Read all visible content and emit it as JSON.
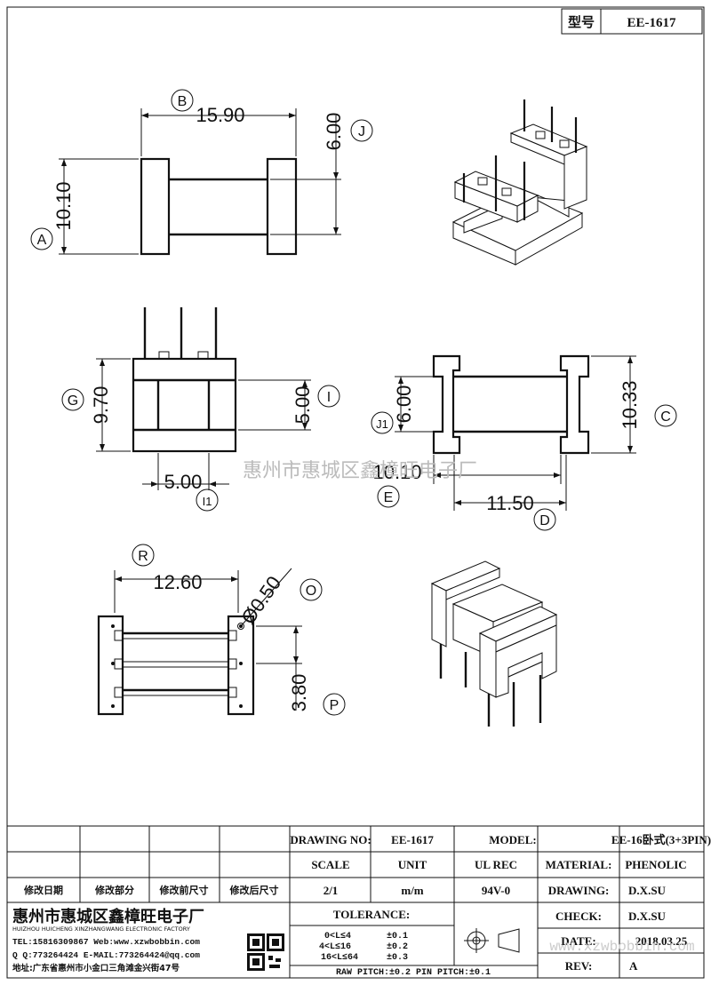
{
  "header": {
    "model_label": "型号",
    "model_value": "EE-1617"
  },
  "dimensions": {
    "B": "15.90",
    "A": "10.10",
    "J": "6.00",
    "G": "9.70",
    "I": "5.00",
    "I1": "5.00",
    "J1": "6.00",
    "C": "10.33",
    "E": "10.10",
    "D": "11.50",
    "R": "12.60",
    "O": "Ø0.50",
    "P": "3.80"
  },
  "callouts": [
    "A",
    "B",
    "J",
    "G",
    "I",
    "I1",
    "J1",
    "C",
    "E",
    "D",
    "R",
    "O",
    "P"
  ],
  "watermark": "惠州市惠城区鑫樟旺电子厂",
  "title_block": {
    "revision_headers": [
      "修改日期",
      "修改部分",
      "修改前尺寸",
      "修改后尺寸"
    ],
    "drawing_no_label": "DRAWING NO:",
    "drawing_no": "EE-1617",
    "model_label": "MODEL:",
    "model": "EE-16卧式(3+3PIN)",
    "scale_label": "SCALE",
    "unit_label": "UNIT",
    "ul_label": "UL REC",
    "material_label": "MATERIAL:",
    "material": "PHENOLIC",
    "scale": "2/1",
    "unit": "m/m",
    "ul": "94V-0",
    "drawing_label": "DRAWING:",
    "drawing_by": "D.X.SU",
    "check_label": "CHECK:",
    "check_by": "D.X.SU",
    "date_label": "DATE:",
    "date": "2018.03.25",
    "rev_label": "REV:",
    "rev": "A",
    "tolerance_label": "TOLERANCE:",
    "tolerances": [
      {
        "range": "0<L≤4",
        "tol": "±0.1"
      },
      {
        "range": "4<L≤16",
        "tol": "±0.2"
      },
      {
        "range": "16<L≤64",
        "tol": "±0.3"
      }
    ],
    "pitch": "RAW PITCH:±0.2 PIN PITCH:±0.1",
    "company_cn": "惠州市惠城区鑫樟旺电子厂",
    "company_en": "HUIZHOU HUICHENG XINZHANGWANG ELECTRONIC FACTORY",
    "tel": "TEL:15816309867 Web:www.xzwbobbin.com",
    "qq": "Q Q:773264424 E-MAIL:773264424@qq.com",
    "address": "地址:广东省惠州市小金口三角滩金兴街47号",
    "web_watermark": "www.xzwbobbin.com"
  }
}
